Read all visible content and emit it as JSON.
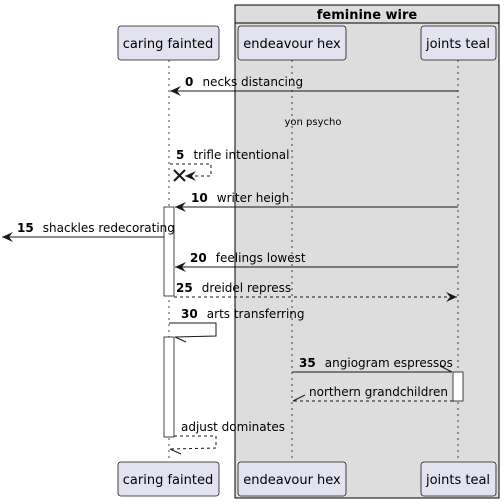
{
  "group": {
    "title": "feminine wire",
    "fill": "#DDDDDD"
  },
  "participants": [
    {
      "id": "caring",
      "label": "caring fainted"
    },
    {
      "id": "endeavour",
      "label": "endeavour hex"
    },
    {
      "id": "joints",
      "label": "joints teal"
    }
  ],
  "colors": {
    "participant_fill": "#E2E2F0",
    "participant_border": "#181818",
    "line": "#181818",
    "lifeline": "#181818",
    "activation_fill": "#FFFFFF"
  },
  "messages": [
    {
      "num": "0",
      "text": "necks distancing"
    },
    {
      "num": "",
      "text": "yon psycho"
    },
    {
      "num": "5",
      "text": "trifle intentional"
    },
    {
      "num": "10",
      "text": "writer heigh"
    },
    {
      "num": "15",
      "text": "shackles redecorating"
    },
    {
      "num": "20",
      "text": "feelings lowest"
    },
    {
      "num": "25",
      "text": "dreidel repress"
    },
    {
      "num": "30",
      "text": "arts transferring"
    },
    {
      "num": "35",
      "text": "angiogram espressos"
    },
    {
      "num": "",
      "text": "northern grandchildren"
    },
    {
      "num": "",
      "text": "adjust dominates"
    }
  ]
}
